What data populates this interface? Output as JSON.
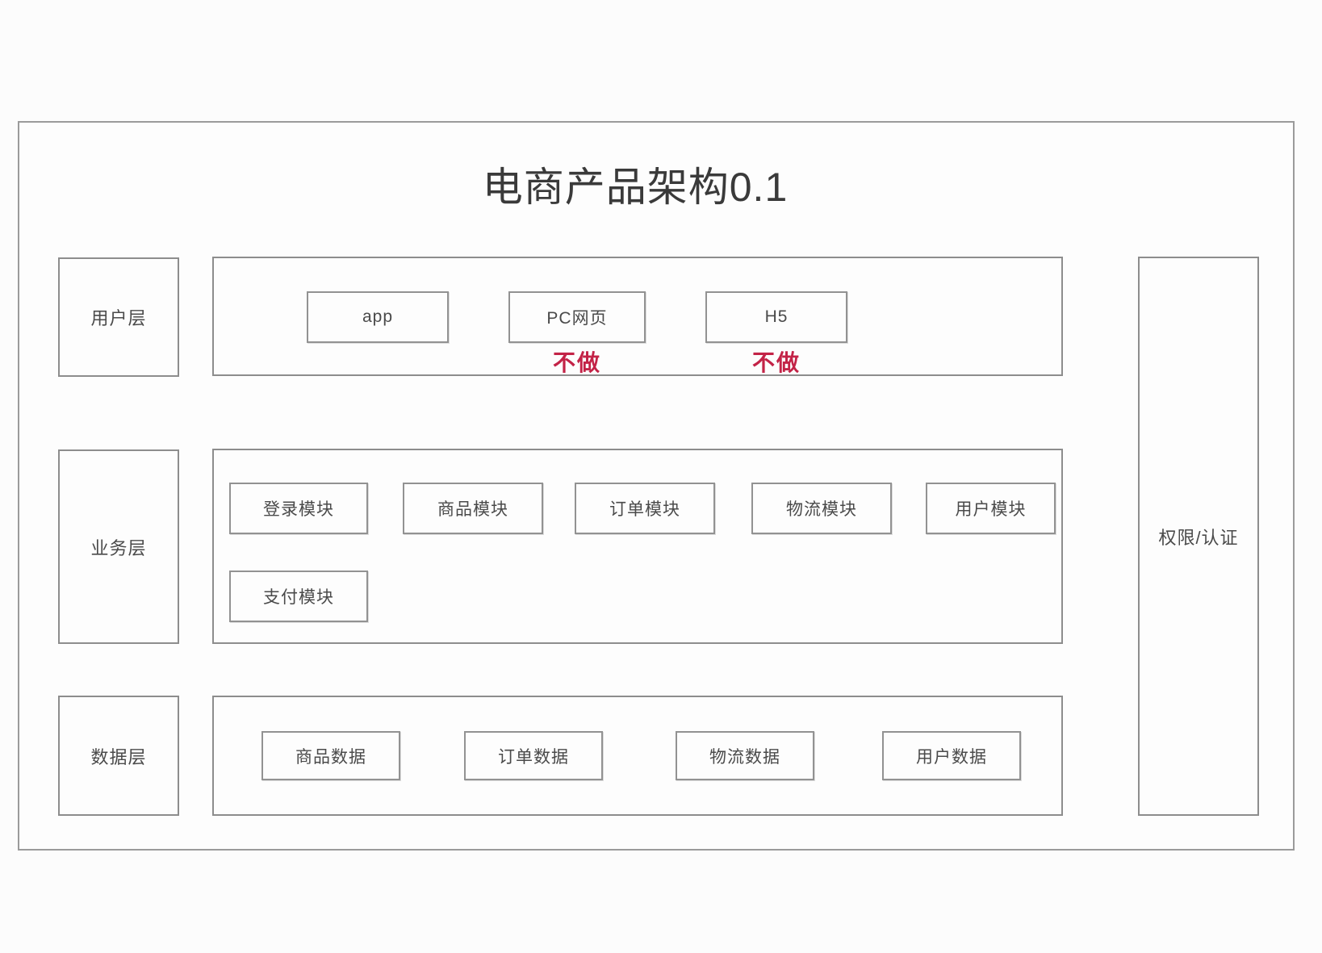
{
  "title": "电商产品架构0.1",
  "colors": {
    "note_red": "#c32347",
    "border_gray": "#8d8d8d",
    "text_gray": "#4a4a4a",
    "background": "#fcfcfc"
  },
  "user_layer": {
    "label": "用户层",
    "modules": [
      {
        "label": "app",
        "note": ""
      },
      {
        "label": "PC网页",
        "note": "不做"
      },
      {
        "label": "H5",
        "note": "不做"
      }
    ]
  },
  "business_layer": {
    "label": "业务层",
    "modules": [
      "登录模块",
      "商品模块",
      "订单模块",
      "物流模块",
      "用户模块",
      "支付模块"
    ]
  },
  "data_layer": {
    "label": "数据层",
    "modules": [
      "商品数据",
      "订单数据",
      "物流数据",
      "用户数据"
    ]
  },
  "auth_column": {
    "label": "权限/认证"
  }
}
